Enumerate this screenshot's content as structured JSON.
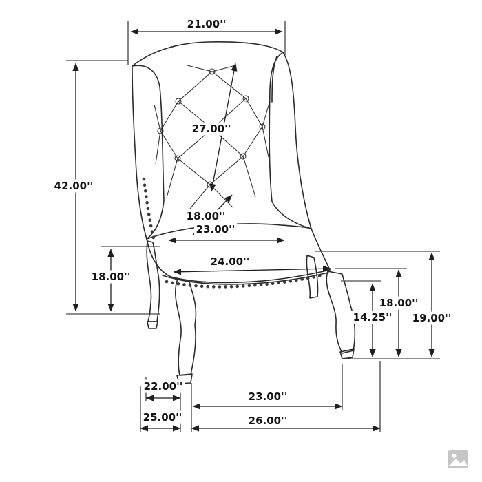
{
  "diagram": {
    "type": "product-dimension-drawing",
    "subject": "wingback tufted dining chair line drawing with dimension callouts",
    "background": "#ffffff",
    "line_color": "#1f1f1f",
    "dimensions": {
      "top_width": "21.00''",
      "overall_height": "42.00''",
      "back_diagonal": "27.00''",
      "seat_diagonal": "18.00''",
      "seat_width": "23.00''",
      "overall_seat_width": "24.00''",
      "seat_height_left": "18.00''",
      "floor_to_apron": "14.25''",
      "floor_to_seat_right": "18.00''",
      "floor_to_arm_right": "19.00''",
      "leg_depth": "22.00''",
      "front_leg_span": "23.00''",
      "overall_depth": "25.00''",
      "overall_width": "26.00''"
    },
    "watermark_icon": "image-placeholder"
  }
}
